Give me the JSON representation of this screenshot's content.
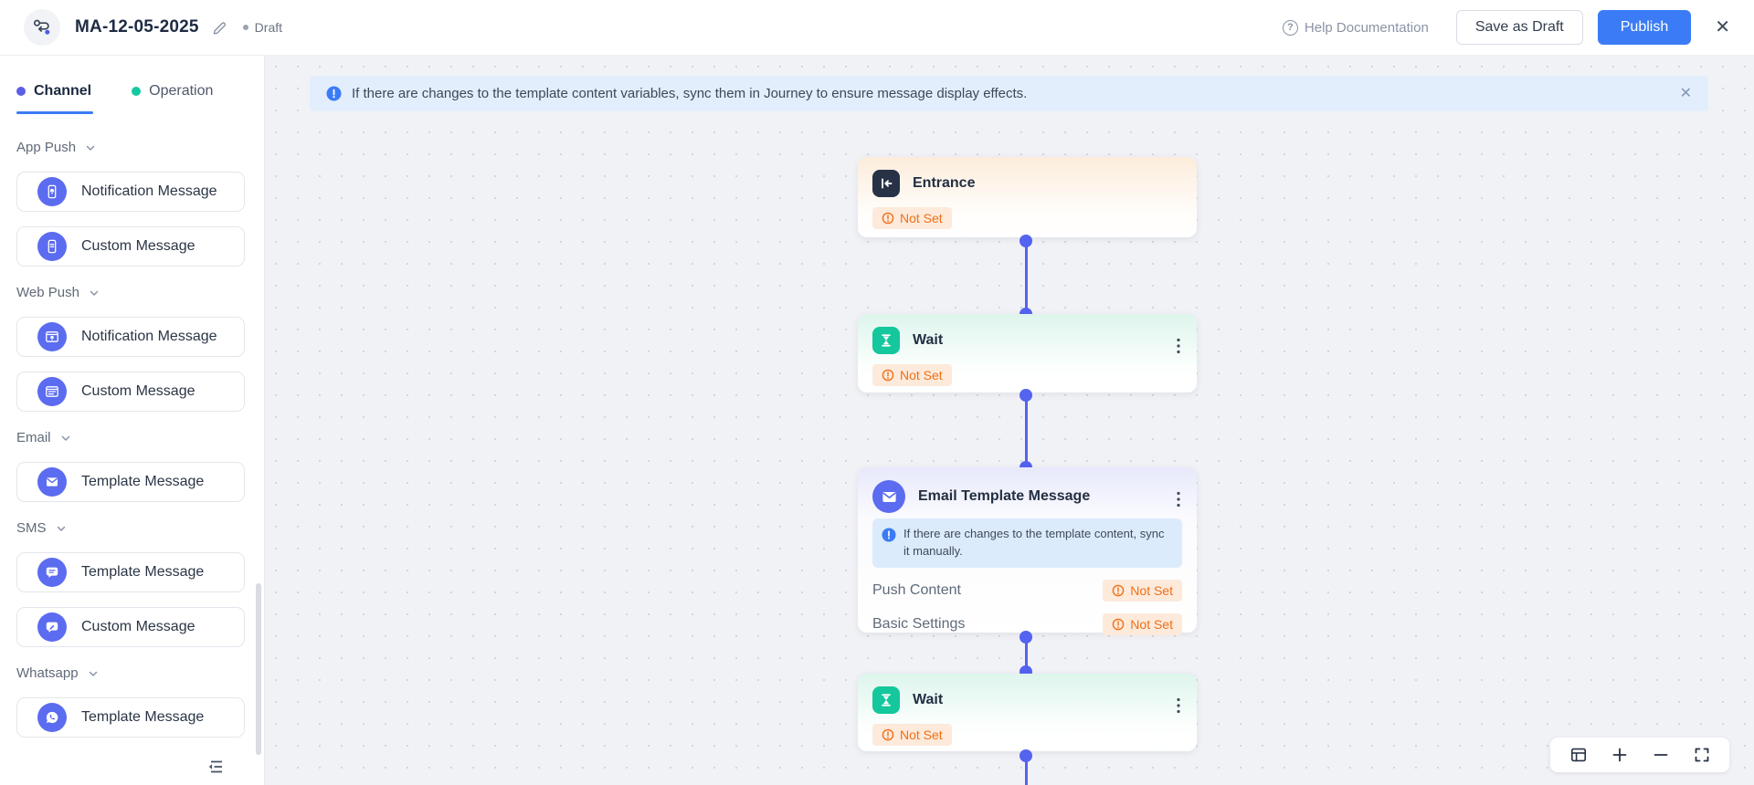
{
  "header": {
    "title": "MA-12-05-2025",
    "status_badge": "Draft",
    "help_label": "Help Documentation",
    "save_as_draft_label": "Save as Draft",
    "publish_label": "Publish",
    "close_glyph": "✕"
  },
  "sidebar": {
    "tabs": [
      {
        "label": "Channel",
        "dot_color": "#5b5fe8",
        "active": true
      },
      {
        "label": "Operation",
        "dot_color": "#14c9a2",
        "active": false
      }
    ],
    "sections": [
      {
        "label": "App Push",
        "items": [
          {
            "label": "Notification Message",
            "icon": "phone-notification-icon"
          },
          {
            "label": "Custom Message",
            "icon": "phone-custom-icon"
          }
        ]
      },
      {
        "label": "Web Push",
        "items": [
          {
            "label": "Notification Message",
            "icon": "browser-notification-icon"
          },
          {
            "label": "Custom Message",
            "icon": "browser-custom-icon"
          }
        ]
      },
      {
        "label": "Email",
        "items": [
          {
            "label": "Template Message",
            "icon": "envelope-icon"
          }
        ]
      },
      {
        "label": "SMS",
        "items": [
          {
            "label": "Template Message",
            "icon": "chat-lines-icon"
          },
          {
            "label": "Custom Message",
            "icon": "chat-pencil-icon"
          }
        ]
      },
      {
        "label": "Whatsapp",
        "items": [
          {
            "label": "Template Message",
            "icon": "whatsapp-icon"
          }
        ]
      }
    ]
  },
  "canvas": {
    "banner": {
      "text": "If there are changes to the template content variables, sync them in Journey to ensure message display effects.",
      "close_glyph": "✕"
    },
    "nodes": [
      {
        "type": "entrance",
        "title": "Entrance",
        "status": "Not Set"
      },
      {
        "type": "wait",
        "title": "Wait",
        "status": "Not Set"
      },
      {
        "type": "email-template",
        "title": "Email Template Message",
        "note": "If there are changes to the template content, sync it manually.",
        "rows": [
          {
            "label": "Push Content",
            "status": "Not Set"
          },
          {
            "label": "Basic Settings",
            "status": "Not Set"
          }
        ]
      },
      {
        "type": "wait",
        "title": "Wait",
        "status": "Not Set"
      }
    ]
  },
  "zoom_toolbar": {
    "buttons": [
      "fit-view",
      "zoom-in",
      "zoom-out",
      "fullscreen"
    ]
  },
  "colors": {
    "accent_blue": "#3b7cf6",
    "node_purple": "#5b6cf0",
    "teal": "#14c79d",
    "entrance_dark": "#273246",
    "status_orange": "#ee7018",
    "connector_blue": "#5463f0",
    "banner_bg": "#e3eefd",
    "canvas_bg": "#f1f2f6"
  }
}
